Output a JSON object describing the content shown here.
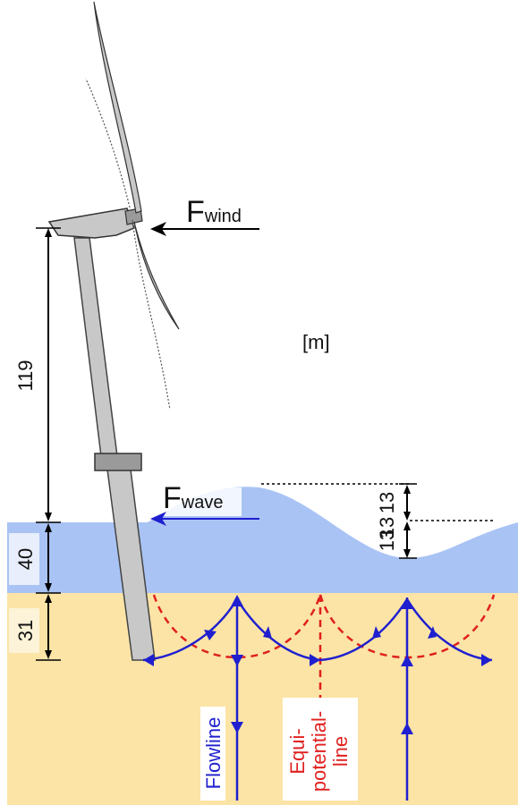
{
  "labels": {
    "unit": "[m]",
    "f_wind_main": "F",
    "f_wind_sub": "wind",
    "f_wave_main": "F",
    "f_wave_sub": "wave",
    "dim_tower": "119",
    "dim_water": "40",
    "dim_soil": "31",
    "dim_crest": "13",
    "dim_crest_2": "13",
    "dim_trough": "13",
    "flowline": "Flowline",
    "equi_1": "Equi-",
    "equi_2": "potential-",
    "equi_3": "line"
  },
  "colors": {
    "sky": "#ffffff",
    "water": "#a9c3f5",
    "soil": "#fbe4a6",
    "tower": "#c8c8c8",
    "outline": "#333333",
    "flow": "#1f1fcf",
    "equipotential": "#e0201f",
    "dim": "#000000"
  },
  "icons": {
    "wind_arrow": "arrow-left-icon",
    "wave_arrow": "arrow-left-icon"
  }
}
